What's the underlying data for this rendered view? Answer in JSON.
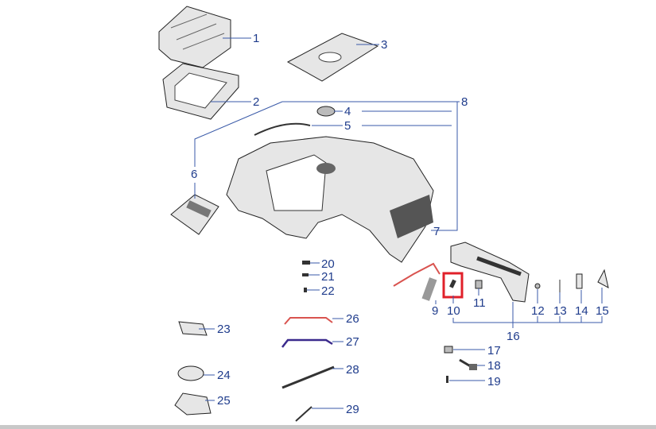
{
  "diagram": {
    "part_labels": [
      "1",
      "2",
      "3",
      "4",
      "5",
      "6",
      "7",
      "8",
      "9",
      "10",
      "11",
      "12",
      "13",
      "14",
      "15",
      "16",
      "17",
      "18",
      "19",
      "20",
      "21",
      "22",
      "23",
      "24",
      "25",
      "26",
      "27",
      "28",
      "29"
    ],
    "highlighted_part": "10",
    "colors": {
      "label": "#1f3c8c",
      "highlight": "#e0202a",
      "cable_red": "#d9534f",
      "cable_blue": "#3b2a8c"
    }
  }
}
